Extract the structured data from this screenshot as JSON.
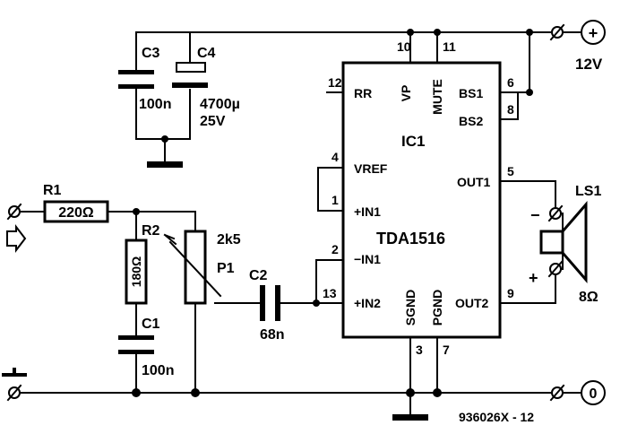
{
  "ic": {
    "name": "IC1",
    "part": "TDA1516",
    "pins": {
      "vp": "VP",
      "mute": "MUTE",
      "rr": "RR",
      "bs1": "BS1",
      "bs2": "BS2",
      "vref": "VREF",
      "in1p": "+IN1",
      "in1n": "−IN1",
      "in2p": "+IN2",
      "out1": "OUT1",
      "out2": "OUT2",
      "sgnd": "SGND",
      "pgnd": "PGND"
    },
    "pin_numbers": {
      "p10": "10",
      "p11": "11",
      "p12": "12",
      "p6": "6",
      "p8": "8",
      "p4": "4",
      "p1": "1",
      "p2": "2",
      "p13": "13",
      "p5": "5",
      "p9": "9",
      "p3": "3",
      "p7": "7"
    }
  },
  "components": {
    "c3": {
      "ref": "C3",
      "value": "100n"
    },
    "c4": {
      "ref": "C4",
      "value": "4700µ",
      "voltage": "25V"
    },
    "r1": {
      "ref": "R1",
      "value": "220Ω"
    },
    "r2": {
      "ref": "R2",
      "value": "180Ω"
    },
    "c1": {
      "ref": "C1",
      "value": "100n"
    },
    "p1": {
      "ref": "P1",
      "value": "2k5"
    },
    "c2": {
      "ref": "C2",
      "value": "68n"
    },
    "ls1": {
      "ref": "LS1",
      "value": "8Ω",
      "minus": "−",
      "plus": "+"
    }
  },
  "supply": {
    "plus_symbol": "+",
    "voltage": "12V",
    "zero_symbol": "0"
  },
  "figure_code": "936026X - 12"
}
